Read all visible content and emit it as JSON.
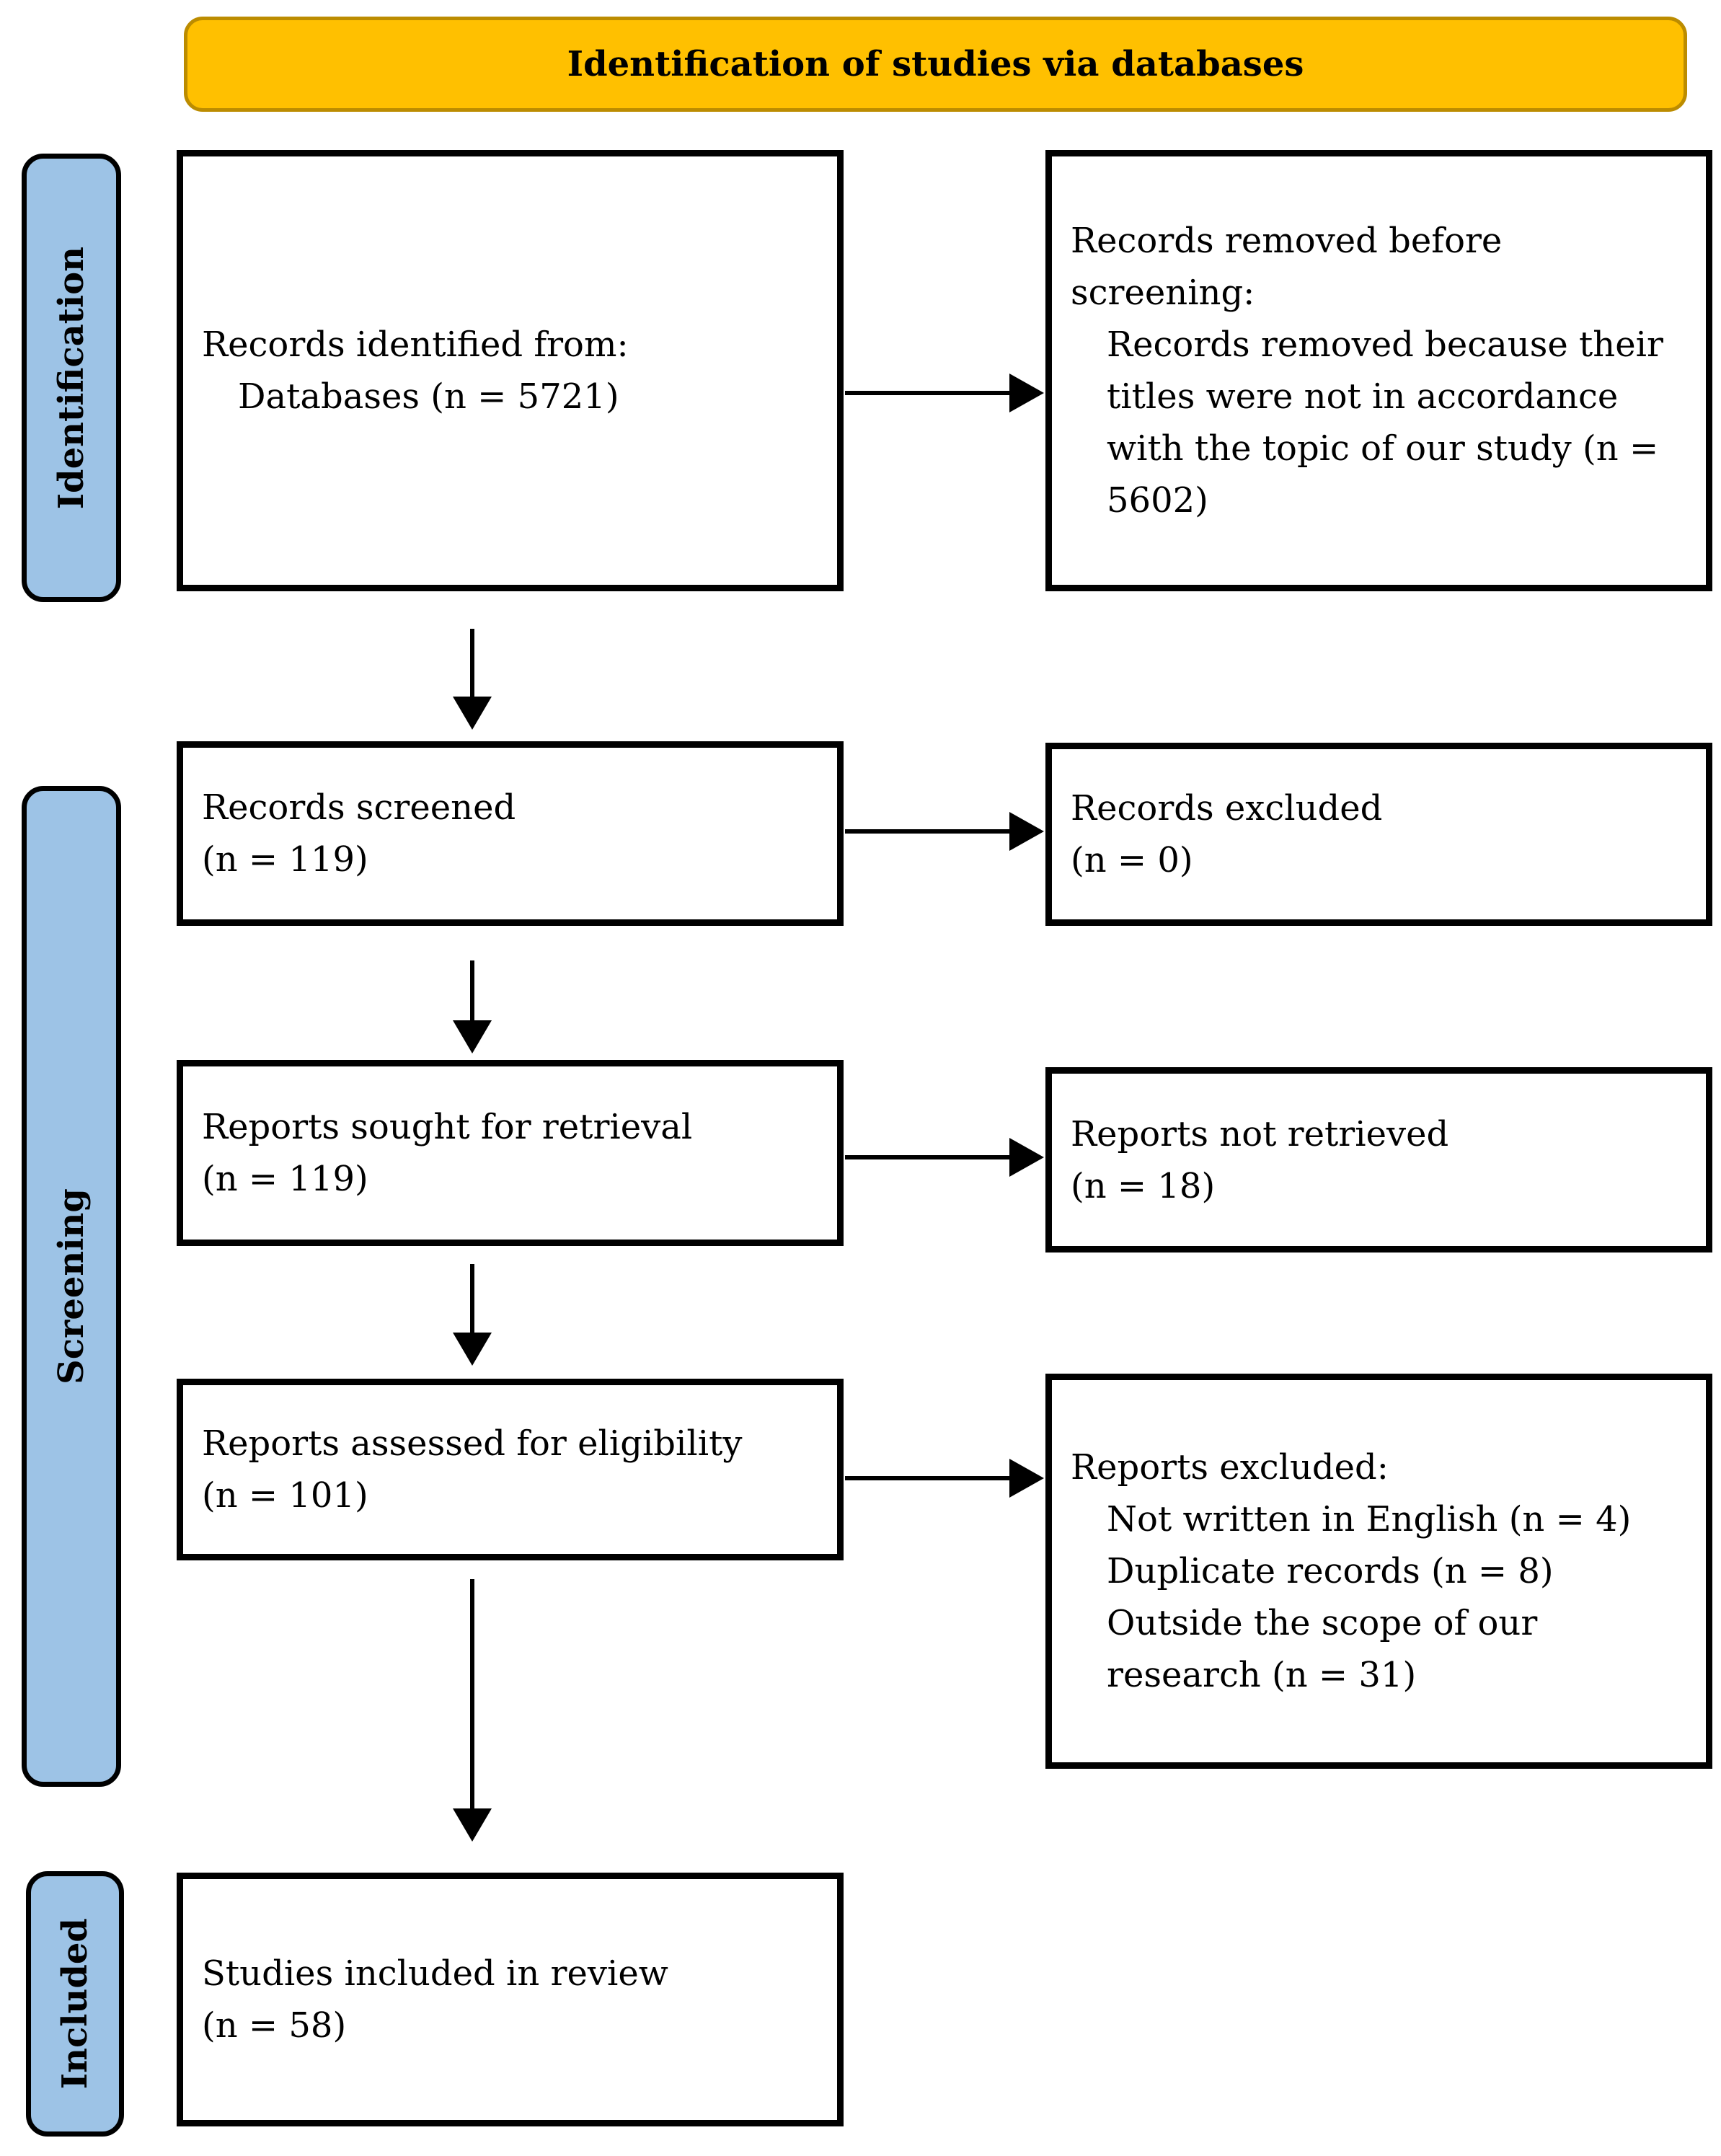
{
  "banner": {
    "label": "Identification of studies via databases"
  },
  "stages": {
    "identification": "Identification",
    "screening": "Screening",
    "included": "Included"
  },
  "flow": {
    "identified": {
      "line1": "Records identified from:",
      "line2": "Databases (n = 5721)"
    },
    "removed_before": {
      "title": "Records removed before screening:",
      "reasons": [
        "Records removed because their titles were not in accordance with the topic of our study (n = 5602)"
      ]
    },
    "screened": {
      "title": "Records screened",
      "count": "(n = 119)"
    },
    "records_excluded": {
      "title": "Records excluded",
      "count": "(n = 0)"
    },
    "sought": {
      "title": "Reports sought for retrieval",
      "count": "(n = 119)"
    },
    "not_retrieved": {
      "title": "Reports not retrieved",
      "count": "(n = 18)"
    },
    "assessed": {
      "title": "Reports assessed for eligibility",
      "count": "(n = 101)"
    },
    "reports_excluded": {
      "title": "Reports excluded:",
      "reasons": [
        "Not written in English (n = 4)",
        "Duplicate records (n = 8)",
        "Outside the scope of our research (n = 31)"
      ]
    },
    "included": {
      "title": "Studies included in review",
      "count": "(n = 58)"
    }
  },
  "colors": {
    "banner_fill": "#FFC000",
    "banner_border": "#BC8C00",
    "stage_fill": "#9DC3E6",
    "stage_border": "#000000",
    "box_border": "#000000",
    "arrow": "#000000",
    "text": "#000000",
    "background": "#FFFFFF"
  }
}
